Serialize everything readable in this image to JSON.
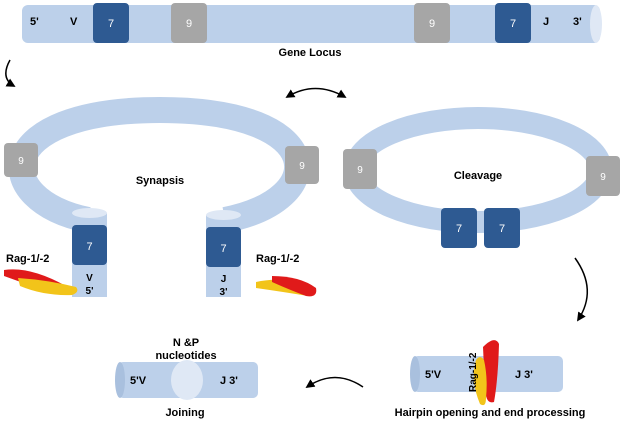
{
  "colors": {
    "tube": "#bcd0ea",
    "tube_dark": "#a9c0de",
    "tube_end": "#dfe8f5",
    "seg_blue": "#2e5a92",
    "seg_gray": "#a6a6a6",
    "rag_red": "#e01a1a",
    "rag_yellow": "#f2c41a",
    "arrow": "#000000"
  },
  "locus": {
    "five_prime": "5'",
    "v": "V",
    "seg1": "7",
    "seg2": "9",
    "seg3": "9",
    "seg4": "7",
    "j": "J",
    "three_prime": "3'",
    "title": "Gene Locus"
  },
  "synapsis": {
    "title": "Synapsis",
    "left_9": "9",
    "right_9": "9",
    "left_7": "7",
    "right_7": "7",
    "left_v": "V",
    "left_5": "5'",
    "right_j": "J",
    "right_3": "3'",
    "left_rag": "Rag-1/-2",
    "right_rag": "Rag-1/-2"
  },
  "cleavage": {
    "title": "Cleavage",
    "left_9": "9",
    "right_9": "9",
    "box_a": "7",
    "box_b": "7"
  },
  "joining": {
    "nucleotides": "N &P\nnucleotides",
    "left": "5'V",
    "right": "J 3'",
    "title": "Joining"
  },
  "hairpin": {
    "left": "5'V",
    "right": "J 3'",
    "rag": "Rag-1/-2",
    "title": "Hairpin opening and end processing"
  },
  "icons": [
    "curved-arrow-icon",
    "rag-complex-icon"
  ]
}
